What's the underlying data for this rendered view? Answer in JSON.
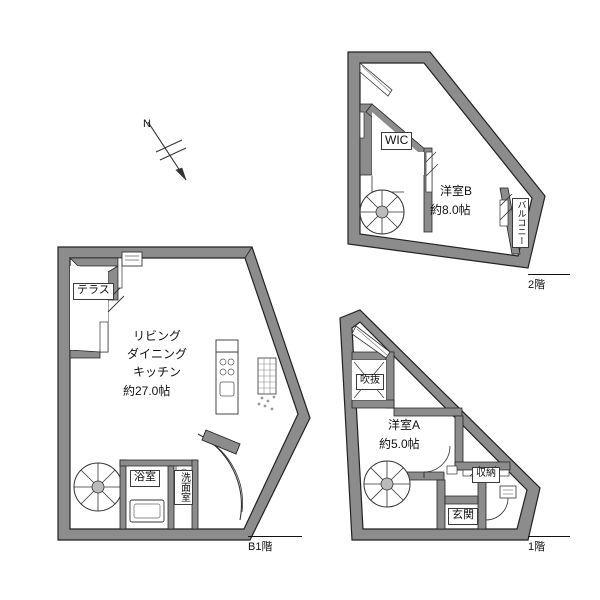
{
  "diagram": {
    "type": "real-estate-floorplan",
    "title": "",
    "orientation_marker": "N",
    "colors": {
      "wall_fill": "#8c8c8c",
      "wall_stroke": "#222222",
      "line": "#333333",
      "background": "#ffffff",
      "fixture": "#555555"
    },
    "floors": [
      {
        "id": "b1f",
        "tag": "B1階",
        "rooms": [
          {
            "name": "テラス",
            "boxed": true
          },
          {
            "name": "リビング\nダイニング\nキッチン",
            "area": "約27.0帖",
            "boxed": false
          },
          {
            "name": "浴室",
            "boxed": true
          },
          {
            "name": "洗面室",
            "boxed": true,
            "vertical": true
          }
        ]
      },
      {
        "id": "2f",
        "tag": "2階",
        "rooms": [
          {
            "name": "WIC",
            "boxed": true
          },
          {
            "name": "洋室B",
            "area": "約8.0帖",
            "boxed": false
          },
          {
            "name": "バルコニー",
            "boxed": true,
            "vertical": true
          }
        ]
      },
      {
        "id": "1f",
        "tag": "1階",
        "rooms": [
          {
            "name": "吹抜",
            "boxed": true
          },
          {
            "name": "洋室A",
            "area": "約5.0帖",
            "boxed": false
          },
          {
            "name": "収納",
            "boxed": true
          },
          {
            "name": "玄関",
            "boxed": true
          }
        ]
      }
    ],
    "labels": {
      "terrace": "テラス",
      "ldk_line1": "リビング",
      "ldk_line2": "ダイニング",
      "ldk_line3": "キッチン",
      "ldk_area": "約27.0帖",
      "bath": "浴室",
      "washroom": "洗面室",
      "wic": "WIC",
      "roomB": "洋室B",
      "roomB_area": "約8.0帖",
      "balcony": "バルコニー",
      "void": "吹抜",
      "roomA": "洋室A",
      "roomA_area": "約5.0帖",
      "closet": "収納",
      "entrance": "玄関",
      "tag_b1": "B1階",
      "tag_2f": "2階",
      "tag_1f": "1階",
      "north": "N"
    }
  }
}
